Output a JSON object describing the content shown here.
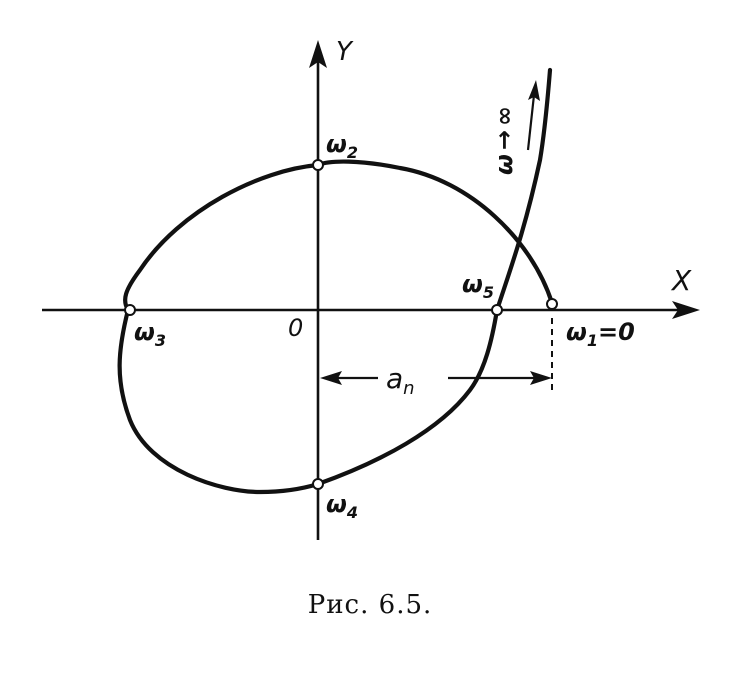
{
  "figure": {
    "axis_x_label": "X",
    "axis_y_label": "Y",
    "origin_label": "0",
    "points": [
      {
        "name": "ω",
        "sub": "1",
        "suffix": "=0"
      },
      {
        "name": "ω",
        "sub": "2",
        "suffix": ""
      },
      {
        "name": "ω",
        "sub": "3",
        "suffix": ""
      },
      {
        "name": "ω",
        "sub": "4",
        "suffix": ""
      },
      {
        "name": "ω",
        "sub": "5",
        "suffix": ""
      }
    ],
    "dimension_label": {
      "main": "a",
      "sub": "n"
    },
    "branch_label": {
      "left": "ω",
      "arrow": "→",
      "right": "∞"
    }
  },
  "caption": "Рис. 6.5."
}
